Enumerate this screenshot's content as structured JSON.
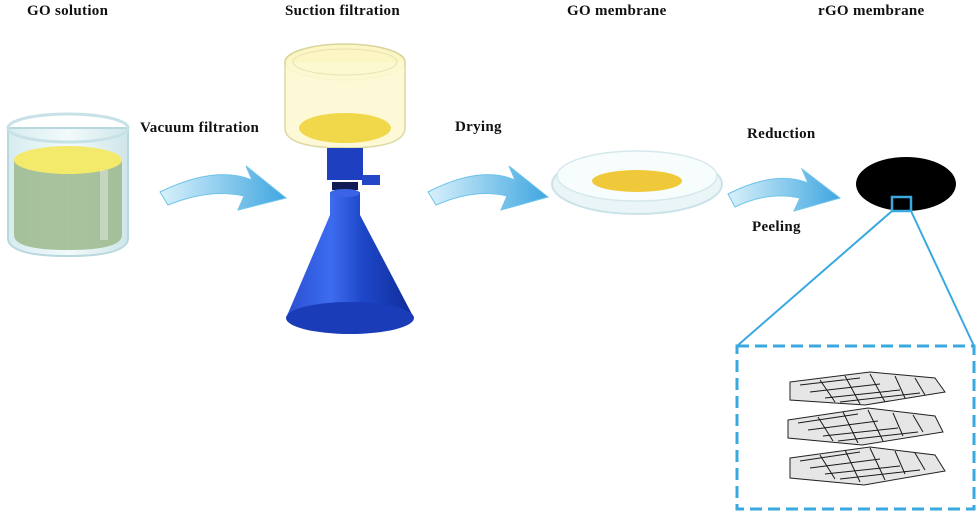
{
  "steps": {
    "go_solution": "GO solution",
    "suction_filtration": "Suction filtration",
    "go_membrane": "GO membrane",
    "rgo_membrane": "rGO membrane"
  },
  "arrows": {
    "vacuum_filtration": "Vacuum filtration",
    "drying": "Drying",
    "reduction": "Reduction",
    "peeling": "Peeling"
  },
  "colors": {
    "solution_yellow": "#f3ea6c",
    "solution_green": "#9ab88a",
    "flask_blue": "#1f4fd6",
    "arrow_blue": "#5fb8e8",
    "inset_border": "#3aa9e0",
    "membrane_black": "#000000"
  }
}
